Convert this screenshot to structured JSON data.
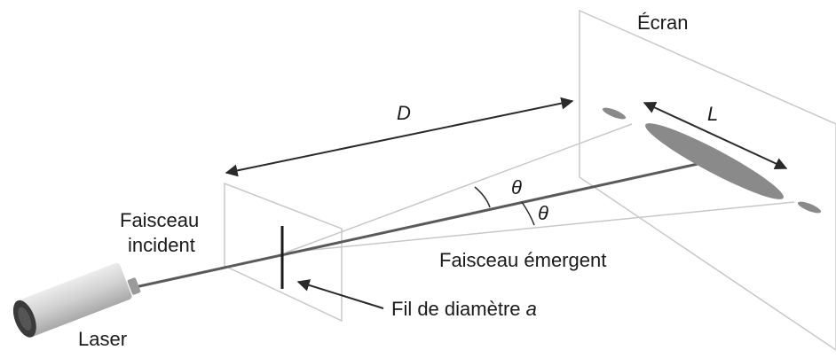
{
  "labels": {
    "screen": "Écran",
    "distance": "D",
    "spot_length": "L",
    "angle_upper": "θ",
    "angle_lower": "θ",
    "incident_line1": "Faisceau",
    "incident_line2": "incident",
    "emergent": "Faisceau émergent",
    "wire_prefix": "Fil de diamètre ",
    "wire_symbol": "a",
    "laser": "Laser"
  },
  "colors": {
    "panel_stroke": "#c8c8c8",
    "beam": "#5a5a5a",
    "spot": "#8a8a8a",
    "arrow": "#2a2a2a",
    "wire": "#1a1a1a",
    "laser_body": "#d2d2d2"
  }
}
